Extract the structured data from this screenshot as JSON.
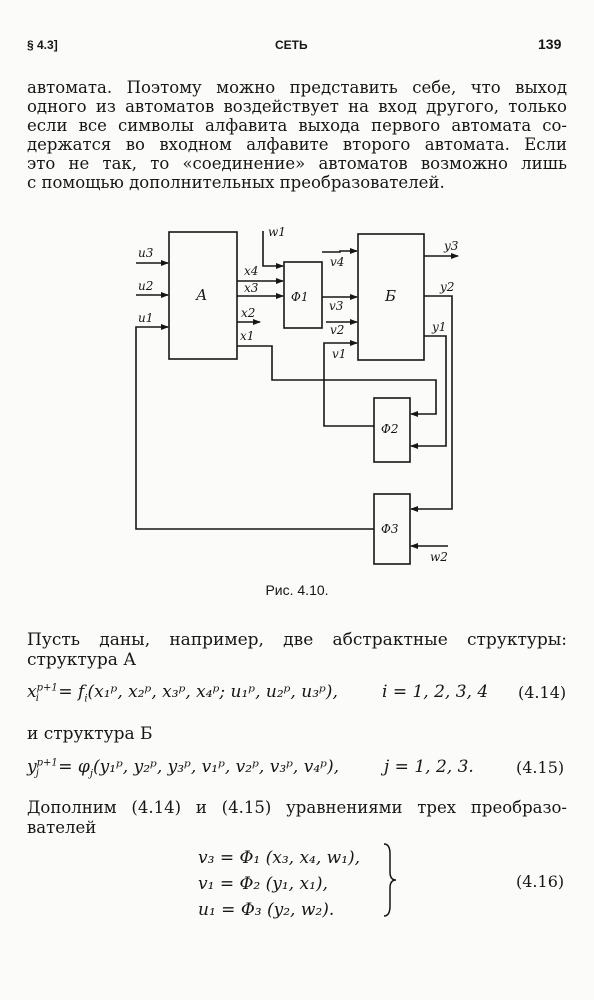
{
  "header": {
    "section": "§ 4.3]",
    "title": "СЕТЬ",
    "page_number": "139"
  },
  "paragraph1": {
    "lines": [
      "автомата. Поэтому можно представить себе, что выход",
      "одного из автоматов воздействует на вход другого, только",
      "если все символы алфавита выхода первого автомата со-",
      "держатся во входном алфавите второго автомата. Если",
      "это не так, то «соединение» автоматов возможно лишь",
      "с помощью дополнительных преобразователей."
    ]
  },
  "figure": {
    "caption": "Рис. 4.10.",
    "blocks": {
      "A": "А",
      "B": "Б",
      "phi1": "Φ1",
      "phi2": "Φ2",
      "phi3": "Φ3"
    },
    "signals": {
      "u3": "u3",
      "u2": "u2",
      "u1": "u1",
      "x4": "x4",
      "x3": "x3",
      "x2": "x2",
      "x1": "x1",
      "w1": "w1",
      "w2": "w2",
      "v4": "v4",
      "v3": "v3",
      "v2": "v2",
      "v1": "v1",
      "y3": "y3",
      "y2": "y2",
      "y1": "y1"
    }
  },
  "paragraph2": {
    "lines": [
      "Пусть даны, например, две абстрактные структуры:",
      "структура А"
    ]
  },
  "eq_4_14": {
    "lhs": "x",
    "sup": "p+1",
    "sub": "i",
    "rhs": "= f",
    "args": "(x₁ᵖ, x₂ᵖ, x₃ᵖ, x₄ᵖ; u₁ᵖ, u₂ᵖ, u₃ᵖ),",
    "range": "i = 1, 2, 3, 4",
    "number": "(4.14)"
  },
  "paragraph3": {
    "text": "и структура Б"
  },
  "eq_4_15": {
    "lhs": "y",
    "sup": "p+1",
    "sub": "j",
    "rhs": "= φ",
    "args": "(y₁ᵖ, y₂ᵖ, y₃ᵖ, v₁ᵖ, v₂ᵖ, v₃ᵖ, v₄ᵖ),",
    "range": "j = 1, 2, 3.",
    "number": "(4.15)"
  },
  "paragraph4": {
    "lines": [
      "Дополним (4.14) и (4.15) уравнениями трех преобразо-",
      "вателей"
    ]
  },
  "eq_4_16": {
    "lines": [
      "v₃ = Φ₁ (x₃, x₄, w₁),",
      "v₁ = Φ₂ (y₁, x₁),",
      "u₁ = Φ₃ (y₂, w₂)."
    ],
    "number": "(4.16)"
  }
}
